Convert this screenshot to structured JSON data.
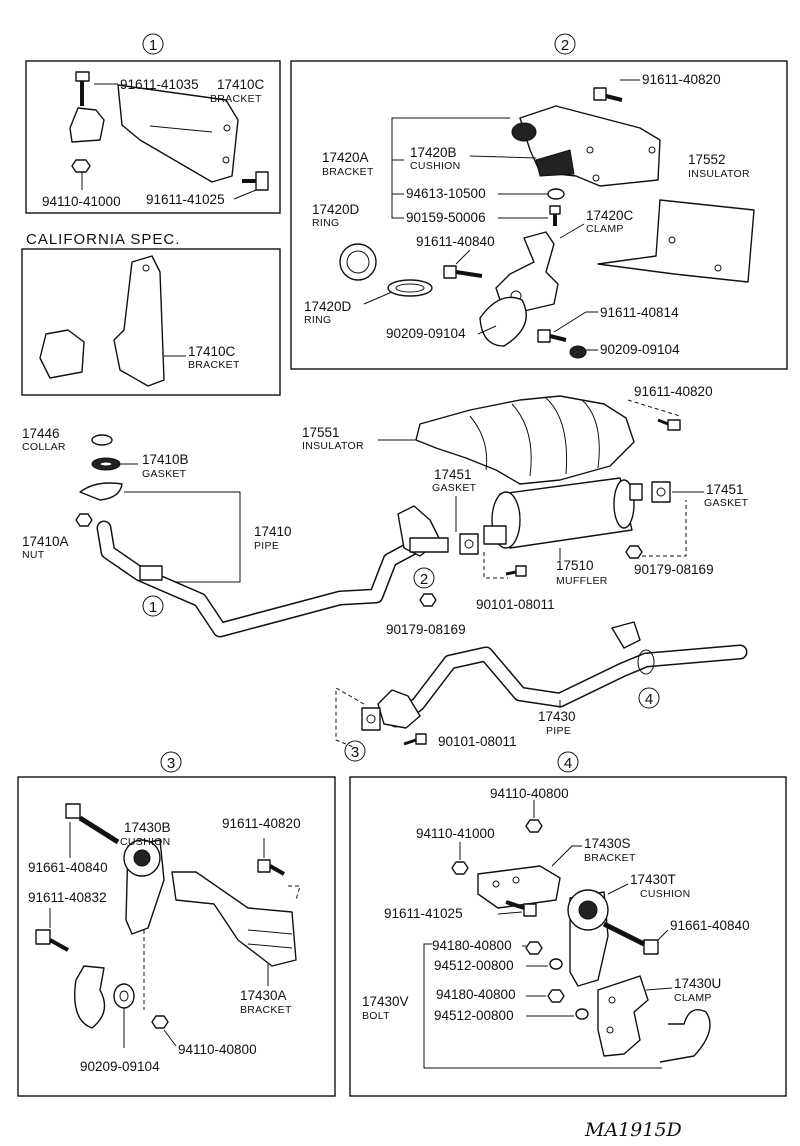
{
  "sections": {
    "s1": {
      "circle": "1",
      "parts": {
        "bolt_a": "91611-41035",
        "bracket_no": "17410C",
        "bracket_name": "BRACKET",
        "nut": "94110-41000",
        "bolt_b": "91611-41025"
      }
    },
    "california": {
      "title": "CALIFORNIA  SPEC.",
      "bracket_no": "17410C",
      "bracket_name": "BRACKET"
    },
    "s2": {
      "circle": "2",
      "parts": {
        "bolt_top": "91611-40820",
        "bracket_no": "17420A",
        "bracket_name": "BRACKET",
        "cushion_no": "17420B",
        "cushion_name": "CUSHION",
        "insulator_no": "17552",
        "insulator_name": "INSULATOR",
        "nut1": "94613-10500",
        "bolt1": "90159-50006",
        "ring_d1_no": "17420D",
        "ring_d1_name": "RING",
        "clamp_no": "17420C",
        "clamp_name": "CLAMP",
        "bolt2": "91611-40840",
        "ring_d2_no": "17420D",
        "ring_d2_name": "RING",
        "bolt3": "91611-40814",
        "washer1": "90209-09104",
        "washer2": "90209-09104"
      }
    },
    "main": {
      "parts": {
        "bolt_top": "91611-40820",
        "insulator_no": "17551",
        "insulator_name": "INSULATOR",
        "collar_no": "17446",
        "collar_name": "COLLAR",
        "gasket_b_no": "17410B",
        "gasket_b_name": "GASKET",
        "nut_no": "17410A",
        "nut_name": "NUT",
        "pipe_no": "17410",
        "pipe_name": "PIPE",
        "gasket_l_no": "17451",
        "gasket_l_name": "GASKET",
        "gasket_r_no": "17451",
        "gasket_r_name": "GASKET",
        "muffler_no": "17510",
        "muffler_name": "MUFFLER",
        "nut_r": "90179-08169",
        "bolt_m": "90101-08011",
        "nut_c": "90179-08169",
        "pipe2_no": "17430",
        "pipe2_name": "PIPE",
        "bolt_b": "90101-08011",
        "ref1": "1",
        "ref2": "2",
        "ref3": "3",
        "ref4": "4"
      }
    },
    "s3": {
      "circle": "3",
      "parts": {
        "cushion_no": "17430B",
        "cushion_name": "CUSHION",
        "bolt1": "91661-40840",
        "bolt2": "91611-40820",
        "bolt3": "91611-40832",
        "bracket_no": "17430A",
        "bracket_name": "BRACKET",
        "washer": "90209-09104",
        "nut": "94110-40800"
      }
    },
    "s4": {
      "circle": "4",
      "parts": {
        "nut_top": "94110-40800",
        "nut2": "94110-41000",
        "bracket_no": "17430S",
        "bracket_name": "BRACKET",
        "cushion_no": "17430T",
        "cushion_name": "CUSHION",
        "bolt1": "91611-41025",
        "bolt2": "91661-40840",
        "nut3": "94180-40800",
        "washer1": "94512-00800",
        "bolt_no": "17430V",
        "bolt_name": "BOLT",
        "nut4": "94180-40800",
        "washer2": "94512-00800",
        "clamp_no": "17430U",
        "clamp_name": "CLAMP"
      }
    }
  },
  "drawing_code": "MA1915D"
}
